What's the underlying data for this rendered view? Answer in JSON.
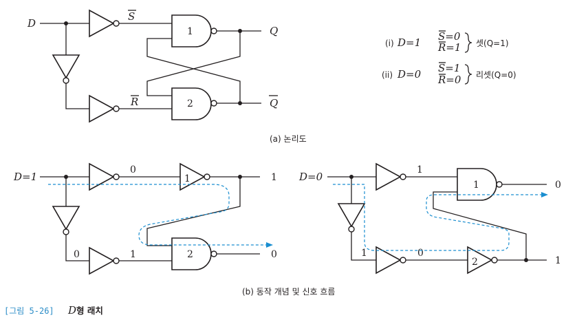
{
  "panel_a": {
    "input_label": "D",
    "s_bar_label": "S",
    "r_bar_label": "R",
    "gate1_label": "1",
    "gate2_label": "2",
    "q_label": "Q",
    "qbar_label": "Q",
    "caption": "(a) 논리도",
    "notes": [
      {
        "case": "(i)",
        "condition": "D=1",
        "s_value": "S=0",
        "r_value": "R=1",
        "result": "셋(Q=1)"
      },
      {
        "case": "(ii)",
        "condition": "D=0",
        "s_value": "S=1",
        "r_value": "R=0",
        "result": "리셋(Q=0)"
      }
    ]
  },
  "panel_b": {
    "caption": "(b) 동작 개념 및 신호 흐름",
    "left": {
      "input_label": "D=1",
      "upper_inv_out": "0",
      "lower_inv_in": "0",
      "lower_inv_out": "1",
      "gate1_label": "1",
      "gate2_label": "2",
      "out_top": "1",
      "out_bottom": "0"
    },
    "right": {
      "input_label": "D=0",
      "upper_inv_out": "1",
      "lower_inv_in": "1",
      "lower_inv_out": "0",
      "gate1_label": "1",
      "gate2_label": "2",
      "out_top": "0",
      "out_bottom": "1"
    }
  },
  "figure": {
    "number": "[그림 5-26]",
    "title_var": "D",
    "title_rest": "형 래치"
  },
  "colors": {
    "ink": "#231f20",
    "flow": "#1a8ed0",
    "figure_number": "#2a8cc7"
  }
}
